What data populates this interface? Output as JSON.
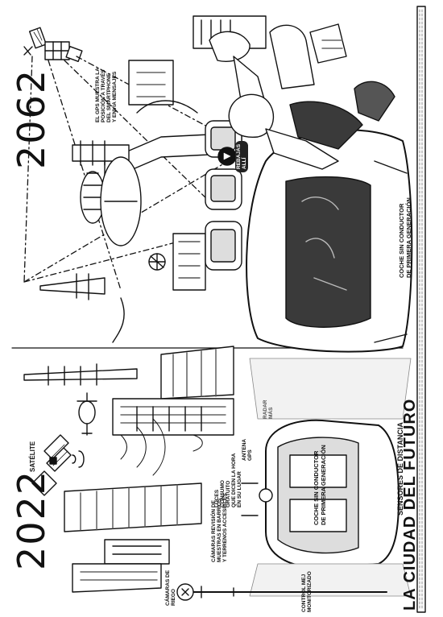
{
  "title": "LA CIUDAD DEL FUTURO",
  "era_future": {
    "year": "2062",
    "gps_note": [
      "EL GPS MUESTRA LA",
      "POSICIÓN A TRAVÉS",
      "DEL SMARTPHONE",
      "Y ENVÍA MENSAJES"
    ],
    "phone_message": [
      "REBAJAS",
      "ALLÍ"
    ],
    "car_label": [
      "COCHE SIN CONDUCTOR",
      "DE PRIMERA GENERACIÓN"
    ]
  },
  "era_present": {
    "year": "2022",
    "satellite_label": "SATÉLITE",
    "cameras_label": [
      "CÁMARAS DE",
      "RIEGO"
    ],
    "cameras_note": [
      "CÁMARAS REVISIÓN DE",
      "MUESTRAS EN BARRIOS",
      "Y TERRENOS ACCESIBLES"
    ],
    "sensor_note": [
      "LUCES",
      "CONSUMO",
      "GRATUITO",
      "QUE DICEN LA HORA",
      "EN SU LUGAR"
    ],
    "antenna_label": [
      "ANTENA",
      "GPS"
    ],
    "radar_label": [
      "RADAR",
      "MÁS"
    ],
    "distance_sensors": "SENSORES DE DISTANCIA",
    "car_label": [
      "COCHE SIN CONDUCTOR",
      "DE PRIMERA GENERACIÓN"
    ],
    "lamp_label": [
      "CONTROL MEJ",
      "MONITORIZADO"
    ]
  },
  "colors": {
    "ink": "#111111",
    "grey": "#888888",
    "dark": "#3a3a3a",
    "paper": "#ffffff"
  },
  "icons": [
    "satellite-icon",
    "helicopter-icon",
    "smartphone-icon",
    "robot-icon"
  ]
}
